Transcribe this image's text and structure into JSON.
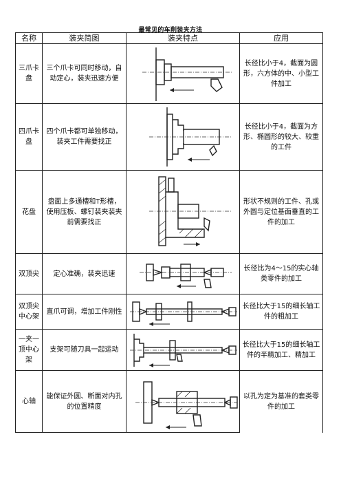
{
  "title": "最常见的车削装夹方法",
  "headers": [
    "名称",
    "装夹简图",
    "装夹特点",
    "应用"
  ],
  "rows": [
    {
      "name": "三爪卡盘",
      "method": "三个爪卡可同时移动，自动定心，装夹迅速方便",
      "diagram": "three-jaw-chuck-diagram",
      "application": "长径比小于4，截面为圆形，六方体的中、小型工件加工"
    },
    {
      "name": "四爪卡盘",
      "method": "四个爪卡都可单独移动，装夹工件需要找正",
      "diagram": "four-jaw-chuck-diagram",
      "application": "长径比小于4，截面为方形、椭圆形的较大、较重的工件"
    },
    {
      "name": "花盘",
      "method": "盘面上多通槽和T形槽，使用压板、螺钉装夹装夹前需要找正",
      "diagram": "faceplate-diagram",
      "application": "形状不规则的工件、孔或外圆与定位基面垂直的工件的加工"
    },
    {
      "name": "双顶尖",
      "method": "定心准确，装夹迅速",
      "diagram": "between-centers-diagram",
      "application": "长径比为4～15的实心轴类零件的加工"
    },
    {
      "name": "双顶尖中心架",
      "method": "直爪可调，增加工件刚性",
      "diagram": "steady-rest-diagram",
      "application": "长径比大于15的细长轴工件的粗加工"
    },
    {
      "name": "一夹一顶中心架",
      "method": "支架可随刀具一起运动",
      "diagram": "follow-rest-diagram",
      "application": "长径比大于15的细长轴工件的半精加工、精加工"
    },
    {
      "name": "心轴",
      "method": "能保证外圆、断面对内孔的位置精度",
      "diagram": "mandrel-diagram",
      "application": "以孔为定为基准的套类零件的加工"
    }
  ]
}
